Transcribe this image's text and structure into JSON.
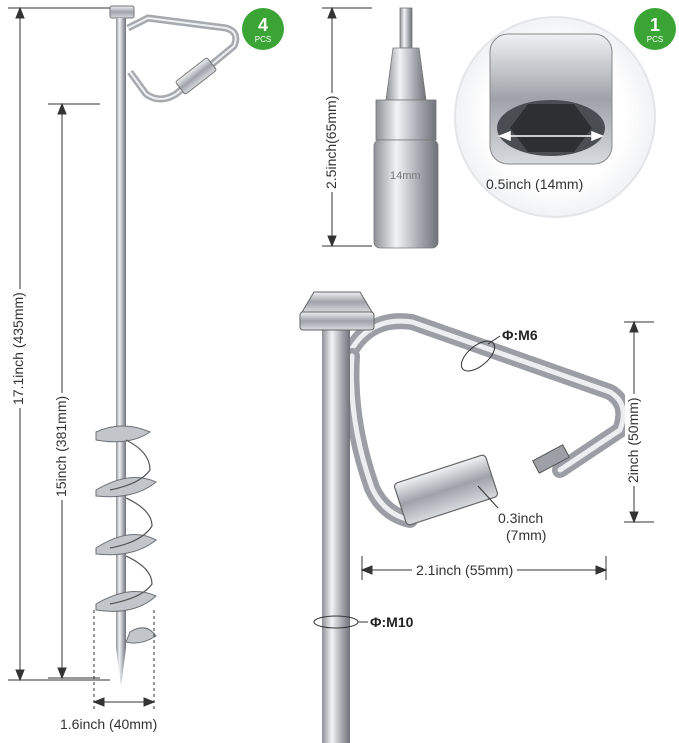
{
  "badges": {
    "stake_count": {
      "number": "4",
      "unit": "PCS"
    },
    "socket_count": {
      "number": "1",
      "unit": "PCS"
    }
  },
  "dimensions": {
    "total_length": "17.1inch (435mm)",
    "screw_length": "15inch (381mm)",
    "helix_width": "1.6inch (40mm)",
    "socket_length": "2.5inch(65mm)",
    "socket_size": "0.5inch (14mm)",
    "ring_diameter": "Φ:M6",
    "ring_height": "2inch (50mm)",
    "nut_width_line1": "0.3inch",
    "nut_width_line2": "(7mm)",
    "ring_width": "2.1inch (55mm)",
    "rod_diameter": "Φ:M10"
  },
  "socket_engraving": "14mm",
  "colors": {
    "badge_green": "#3aa535",
    "metal": "#c9ccd0",
    "line": "#333333"
  }
}
